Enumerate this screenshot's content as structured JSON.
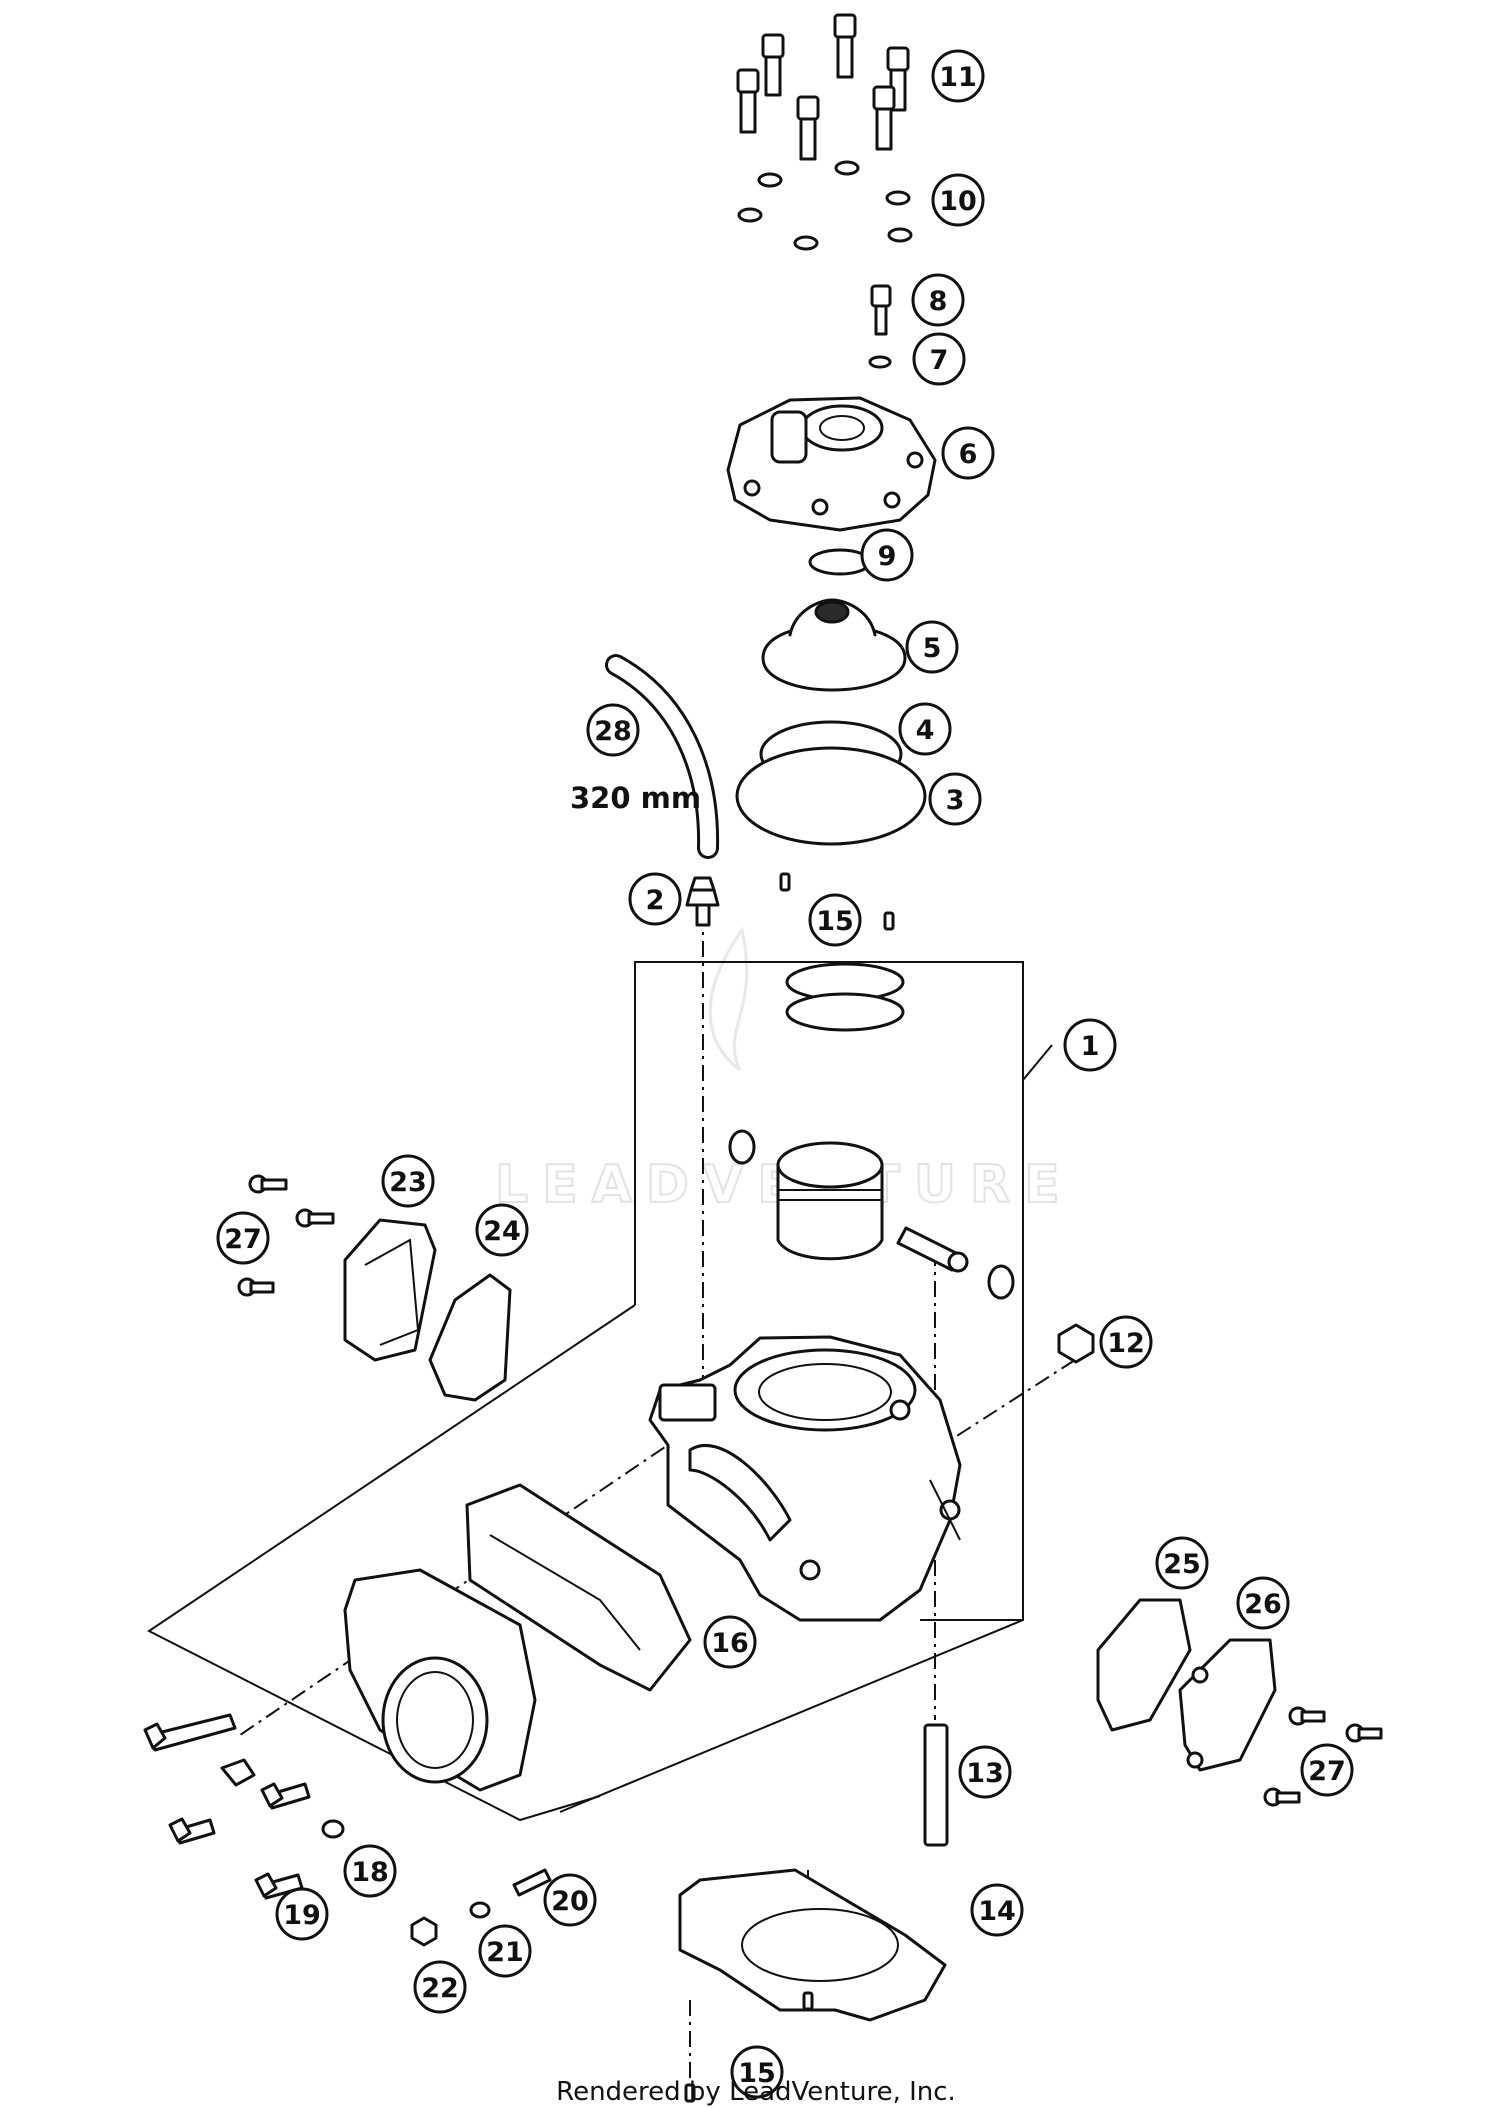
{
  "diagram": {
    "watermark": "LEADVENTURE",
    "length_label": "320 mm",
    "footer": "Rendered by LeadVenture, Inc.",
    "callouts": [
      "1",
      "2",
      "3",
      "4",
      "5",
      "6",
      "7",
      "8",
      "9",
      "10",
      "11",
      "12",
      "13",
      "14",
      "15",
      "15",
      "16",
      "18",
      "19",
      "20",
      "21",
      "22",
      "23",
      "24",
      "25",
      "26",
      "27",
      "27",
      "28"
    ]
  }
}
